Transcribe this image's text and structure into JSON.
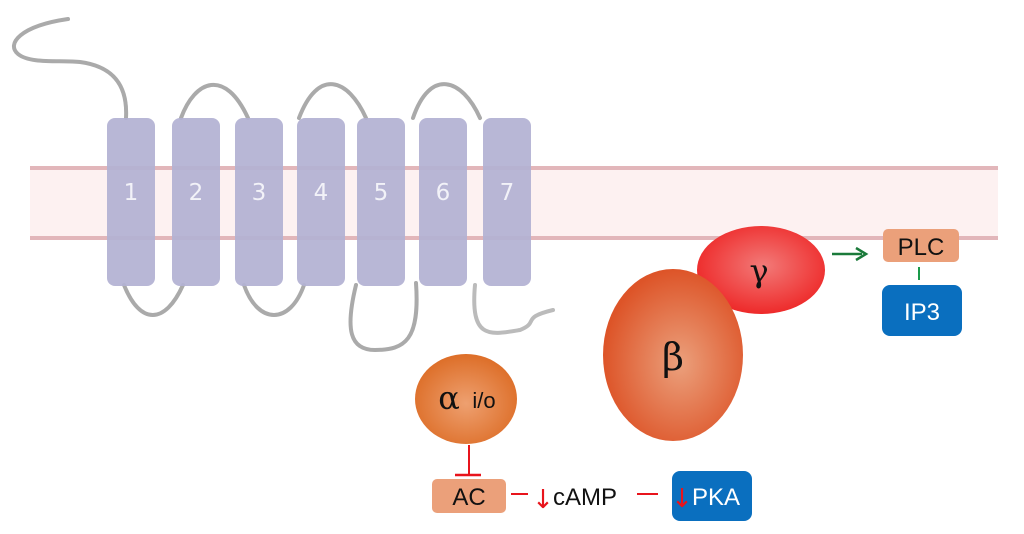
{
  "diagram": {
    "title": "",
    "receptor": {
      "helices": [
        {
          "label": "1"
        },
        {
          "label": "2"
        },
        {
          "label": "3"
        },
        {
          "label": "4"
        },
        {
          "label": "5"
        },
        {
          "label": "6"
        },
        {
          "label": "7"
        }
      ]
    },
    "g_protein": {
      "alpha": {
        "symbol": "α",
        "suffix": "i/o"
      },
      "beta": {
        "symbol": "β"
      },
      "gamma": {
        "symbol": "γ"
      }
    },
    "effectors": {
      "plc": "PLC",
      "ip3": "IP3",
      "ac": "AC",
      "camp": "cAMP",
      "camp_arrow": "↓",
      "pka": "PKA",
      "pka_arrow": "↓"
    },
    "colors": {
      "helix": "#b3b2d3",
      "membrane_fill": "#fdf1f1",
      "membrane_edge": "#e0b4b8",
      "loop": "#aaaaaa",
      "alpha": "#e07a30",
      "beta": "#e05a30",
      "gamma": "#ee3030",
      "salmon_box": "#eba07a",
      "blue_box": "#0a6fbf",
      "inhibit": "#e8141c",
      "activate": "#1a7a3a"
    }
  }
}
